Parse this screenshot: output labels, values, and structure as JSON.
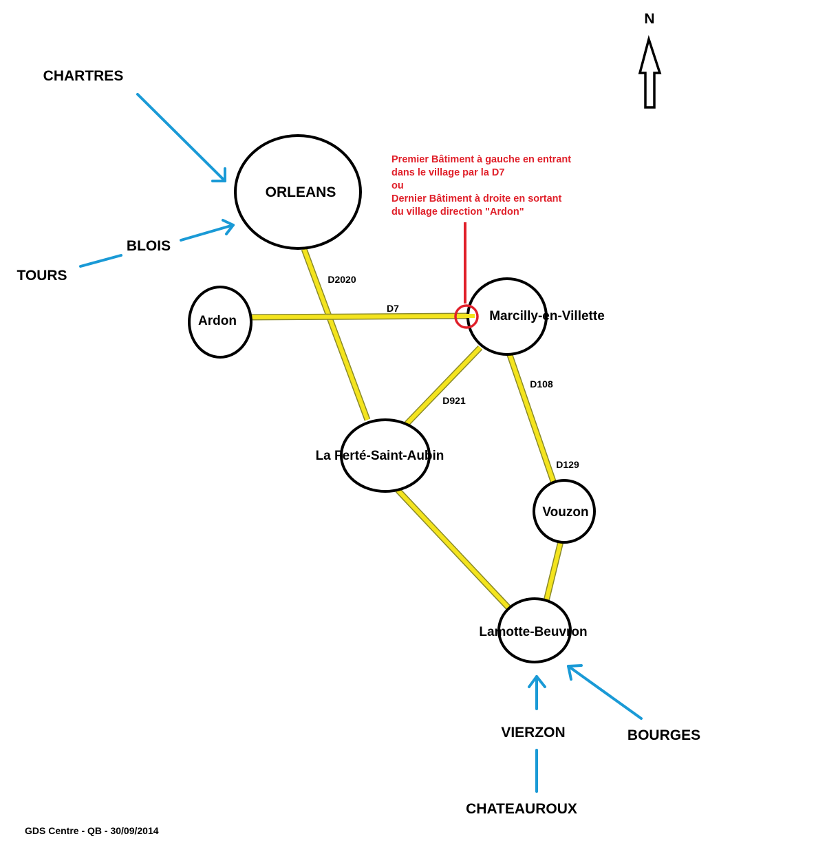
{
  "north": {
    "label": "N"
  },
  "towns": {
    "orleans": "ORLEANS",
    "ardon": "Ardon",
    "marcilly": "Marcilly-en-Villette",
    "laferte": "La Ferté-Saint-Aubin",
    "vouzon": "Vouzon",
    "lamotte": "Lamotte-Beuvron"
  },
  "directions": {
    "chartres": "CHARTRES",
    "blois": "BLOIS",
    "tours": "TOURS",
    "vierzon": "VIERZON",
    "bourges": "BOURGES",
    "chateauroux": "CHATEAUROUX"
  },
  "roads": {
    "d2020": "D2020",
    "d7": "D7",
    "d921": "D921",
    "d108": "D108",
    "d129": "D129"
  },
  "note": {
    "line1": "Premier Bâtiment à gauche en entrant",
    "line2": "dans le village par la D7",
    "line3": "ou",
    "line4": "Dernier Bâtiment à droite en sortant",
    "line5": "du village direction \"Ardon\""
  },
  "footer": "GDS Centre - QB - 30/09/2014",
  "colors": {
    "road_fill": "#f4e41e",
    "road_edge": "#8a8a2a",
    "direction_arrow": "#1a9ad6",
    "marker": "#e0202a"
  }
}
